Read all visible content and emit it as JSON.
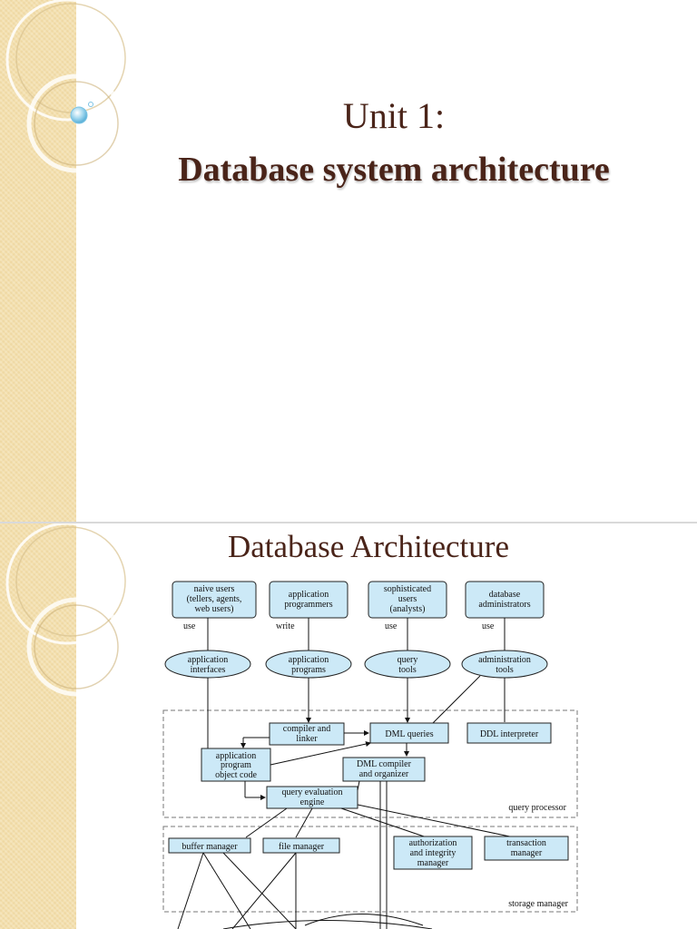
{
  "slide1": {
    "title_line1": "Unit 1:",
    "title_line2": "Database system architecture"
  },
  "slide2": {
    "title": "Database Architecture",
    "diagram": {
      "users": [
        {
          "lines": [
            "naive users",
            "(tellers, agents,",
            "web users)"
          ],
          "verb": "use"
        },
        {
          "lines": [
            "application",
            "programmers"
          ],
          "verb": "write"
        },
        {
          "lines": [
            "sophisticated",
            "users",
            "(analysts)"
          ],
          "verb": "use"
        },
        {
          "lines": [
            "database",
            "administrators"
          ],
          "verb": "use"
        }
      ],
      "tools": [
        {
          "lines": [
            "application",
            "interfaces"
          ]
        },
        {
          "lines": [
            "application",
            "programs"
          ]
        },
        {
          "lines": [
            "query",
            "tools"
          ]
        },
        {
          "lines": [
            "administration",
            "tools"
          ]
        }
      ],
      "query_processor": {
        "compiler_linker": [
          "compiler and",
          "linker"
        ],
        "dml_queries": "DML queries",
        "ddl_interpreter": "DDL interpreter",
        "object_code": [
          "application",
          "program",
          "object code"
        ],
        "dml_compiler": [
          "DML compiler",
          "and organizer"
        ],
        "eval_engine": [
          "query evaluation",
          "engine"
        ],
        "label": "query processor"
      },
      "storage_manager": {
        "buffer_manager": "buffer manager",
        "file_manager": "file manager",
        "auth_manager": [
          "authorization",
          "and integrity",
          "manager"
        ],
        "transaction_manager": [
          "transaction",
          "manager"
        ],
        "label": "storage manager"
      }
    }
  },
  "colors": {
    "title": "#4a2419",
    "strip": "#f3dfad",
    "box_fill": "#cce9f7",
    "orb": "#9fd6ee"
  },
  "icons": [
    "decorative-circles",
    "blue-orb"
  ]
}
